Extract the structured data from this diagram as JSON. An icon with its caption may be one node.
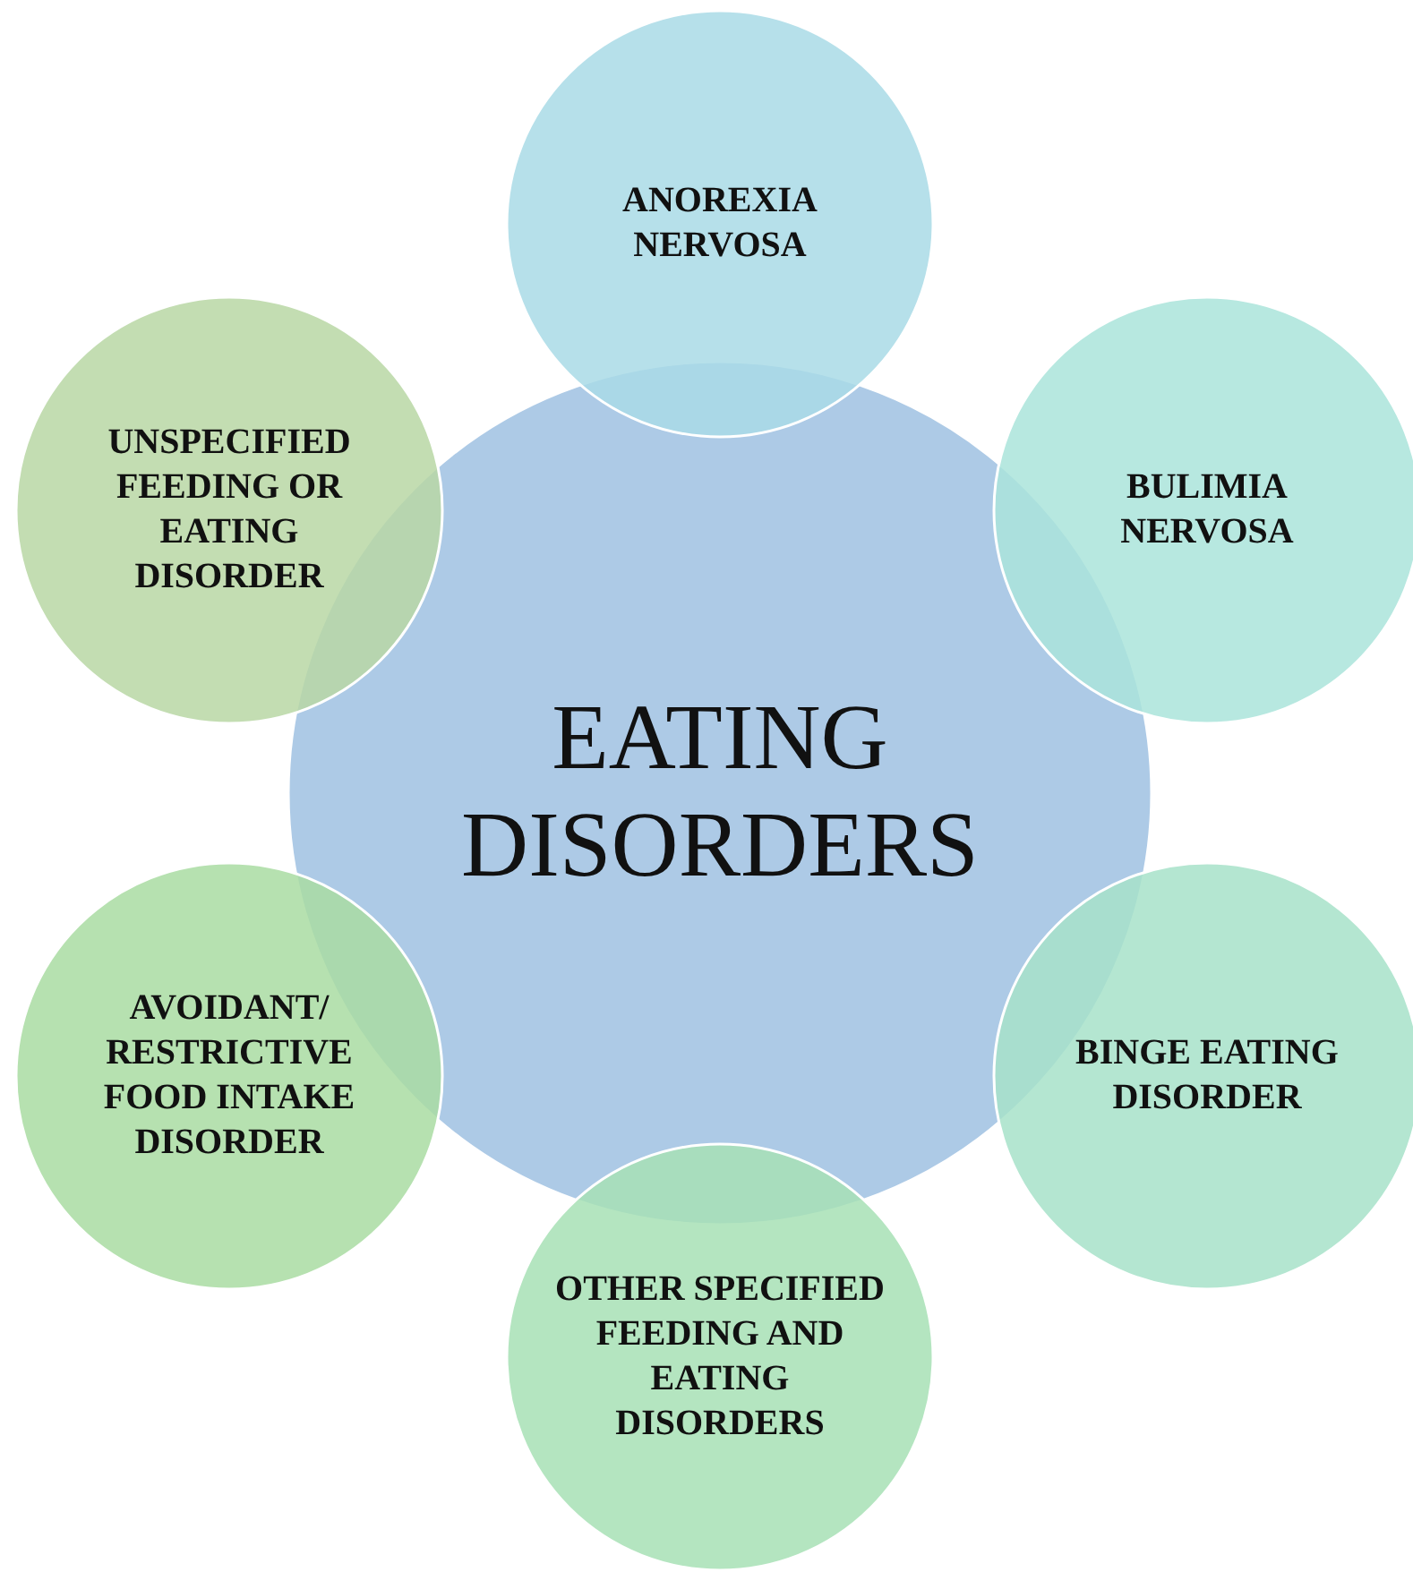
{
  "diagram": {
    "nodes": [
      {
        "text": [
          "EATING DISORDERS"
        ]
      },
      {
        "text": [
          "ANOREXIA NERVOSA"
        ]
      },
      {
        "text": [
          "BULIMIA NERVOSA"
        ]
      },
      {
        "text": [
          "BINGE EATING DISORDER"
        ]
      },
      {
        "text": [
          "OTHER SPECIFIED FEEDING AND EATING DISORDERS"
        ]
      },
      {
        "text": [
          "AVOIDANT/ RESTRICTIVE FOOD INTAKE DISORDER"
        ]
      },
      {
        "text": [
          "UNSPECIFIED FEEDING OR EATING DISORDER"
        ]
      }
    ]
  }
}
